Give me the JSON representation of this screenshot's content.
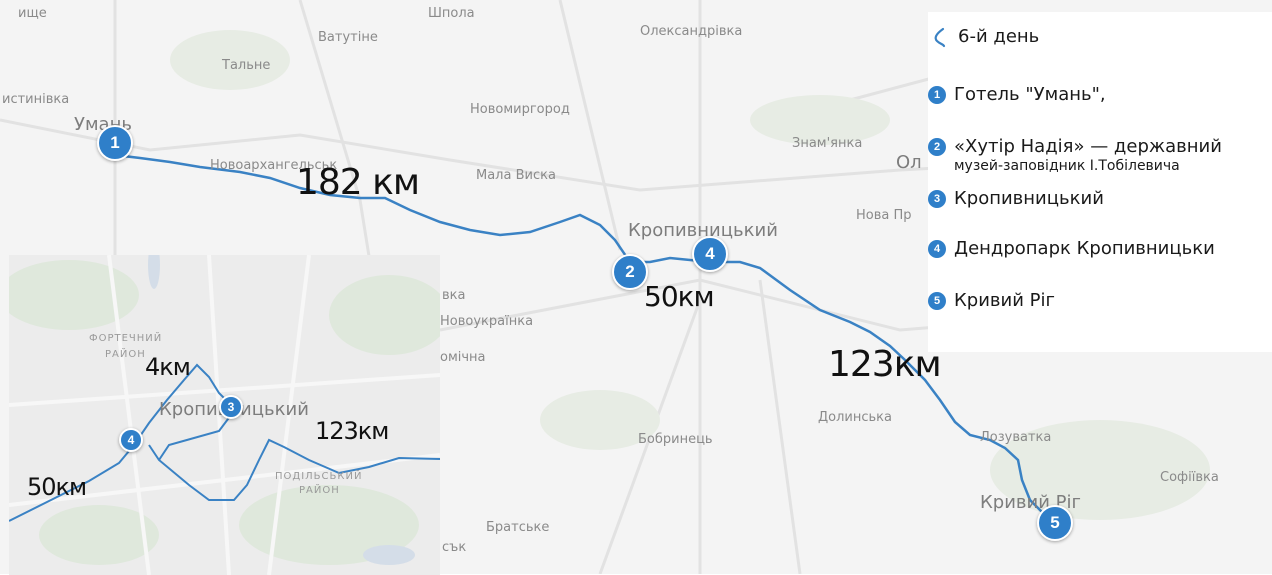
{
  "colors": {
    "route": "#3a82c4",
    "marker": "#2f7fc9",
    "map_bg": "#f4f4f4",
    "inset_bg": "#ececec"
  },
  "map": {
    "towns": [
      "ище",
      "Ватутіне",
      "Шпола",
      "Олександрівка",
      "Тальне",
      "истинівка",
      "Умань",
      "Новомиргород",
      "Новоархангельськ",
      "Мала Виска",
      "Знам'янка",
      "Ол",
      "Нова Пр",
      "Кропивницький",
      "вка",
      "Новоукраїнка",
      "омічна",
      "Долинська",
      "Бобринець",
      "Лозуватка",
      "Софіївка",
      "Кривий Ріг",
      "Братське",
      "сък"
    ],
    "distances": [
      "182 км",
      "50км",
      "123км"
    ],
    "markers": [
      "1",
      "2",
      "4",
      "5"
    ]
  },
  "inset": {
    "towns": [
      "ФОРТЕЧНИЙ",
      "РАЙОН",
      "Кропивницький",
      "ПОДІЛЬСЬКИЙ",
      "РАЙОН"
    ],
    "distances": [
      "4км",
      "123км",
      "50км"
    ],
    "markers": [
      "3",
      "4"
    ]
  },
  "legend": {
    "title": "6-й день",
    "items": [
      {
        "num": "1",
        "text": "Готель \"Умань\","
      },
      {
        "num": "2",
        "text": "«Хутір Надія» — державний",
        "sub": "музей-заповідник І.Тобілевича"
      },
      {
        "num": "3",
        "text": "Кропивницький"
      },
      {
        "num": "4",
        "text": "Дендропарк Кропивницьки"
      },
      {
        "num": "5",
        "text": "Кривий Ріг"
      }
    ]
  }
}
